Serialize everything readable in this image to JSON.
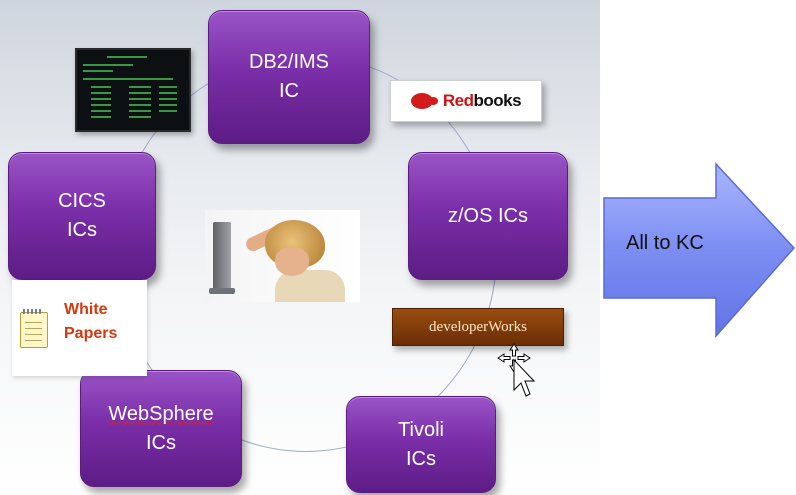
{
  "nodes": {
    "db2": {
      "line1": "DB2/IMS",
      "line2": "IC"
    },
    "cics": {
      "line1": "CICS",
      "line2": "ICs"
    },
    "zos": {
      "line1": "z/OS ICs"
    },
    "websphere": {
      "line1": "WebSphere",
      "line2": "ICs"
    },
    "tivoli": {
      "line1": "Tivoli",
      "line2": "ICs"
    }
  },
  "badges": {
    "redbooks": {
      "red_part": "Red",
      "black_part": "books"
    },
    "developerworks": "developerWorks",
    "white_papers": {
      "line1": "White",
      "line2": "Papers"
    }
  },
  "arrow": {
    "label": "All to KC"
  },
  "colors": {
    "node_purple": "#7a2ea8",
    "arrow_blue": "#7c8df2",
    "white_papers_text": "#d4380d",
    "ring_line": "#9aa9c8"
  },
  "icons": [
    "terminal-screenshot",
    "redbooks-logo",
    "developerworks-logo",
    "notepad-icon",
    "stressed-person-photo",
    "move-cursor-icon",
    "right-arrow"
  ]
}
